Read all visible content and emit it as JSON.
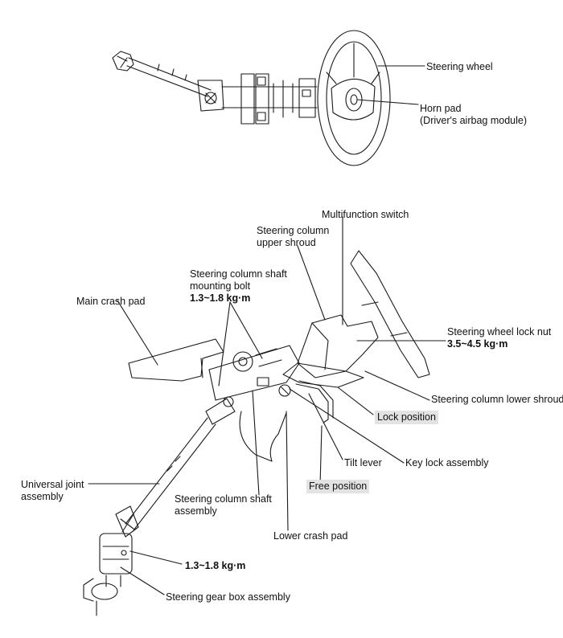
{
  "labels": {
    "steering_wheel": "Steering wheel",
    "horn_pad_1": "Horn pad",
    "horn_pad_2": "(Driver's airbag module)",
    "multifunction_switch": "Multifunction switch",
    "upper_shroud_1": "Steering column",
    "upper_shroud_2": "upper shroud",
    "shaft_bolt_1": "Steering column shaft",
    "shaft_bolt_2": "mounting bolt",
    "shaft_bolt_torque": "1.3~1.8 kg·m",
    "main_crash_pad": "Main crash pad",
    "lock_nut": "Steering wheel lock nut",
    "lock_nut_torque": "3.5~4.5 kg·m",
    "lower_shroud": "Steering column lower shroud",
    "lock_position": "Lock position",
    "key_lock": "Key lock assembly",
    "tilt_lever": "Tilt lever",
    "free_position": "Free position",
    "universal_joint_1": "Universal joint",
    "universal_joint_2": "assembly",
    "shaft_assembly_1": "Steering column shaft",
    "shaft_assembly_2": "assembly",
    "lower_crash_pad": "Lower crash pad",
    "gearbox_torque": "1.3~1.8 kg·m",
    "gear_box": "Steering gear box assembly"
  },
  "colors": {
    "line": "#1a1a1a",
    "tag_background": "#e3e3e3"
  }
}
